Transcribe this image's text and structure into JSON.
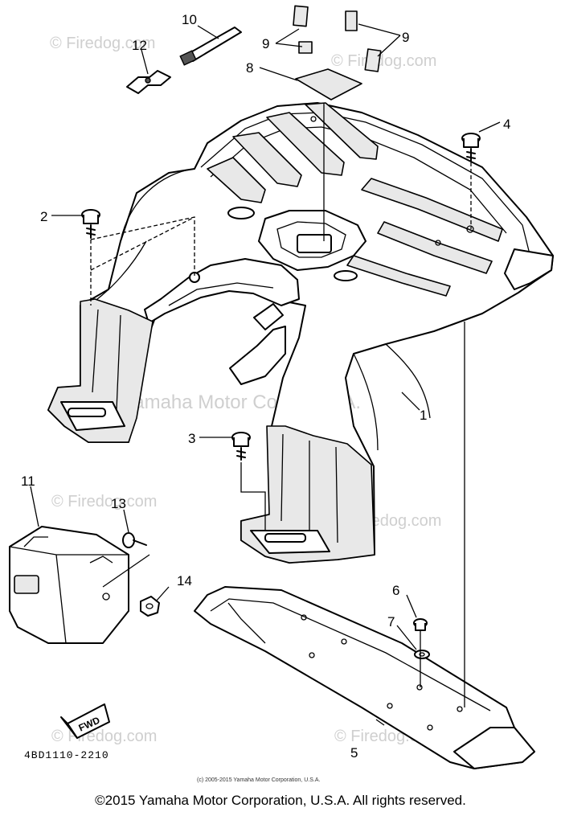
{
  "watermarks": {
    "site": "© Firedog.com",
    "company": "Yamaha Motor Corp. U.S.A."
  },
  "callouts": {
    "c1": "1",
    "c2": "2",
    "c3": "3",
    "c4": "4",
    "c5": "5",
    "c6": "6",
    "c7": "7",
    "c8": "8",
    "c9a": "9",
    "c9b": "9",
    "c10": "10",
    "c11": "11",
    "c12": "12",
    "c13": "13",
    "c14": "14"
  },
  "fwd_label": "FWD",
  "part_code": "4BD1110-2210",
  "small_copyright": "(c) 2005-2015 Yamaha Motor Corporation, U.S.A.",
  "footer": "©2015 Yamaha Motor Corporation, U.S.A. All rights reserved."
}
